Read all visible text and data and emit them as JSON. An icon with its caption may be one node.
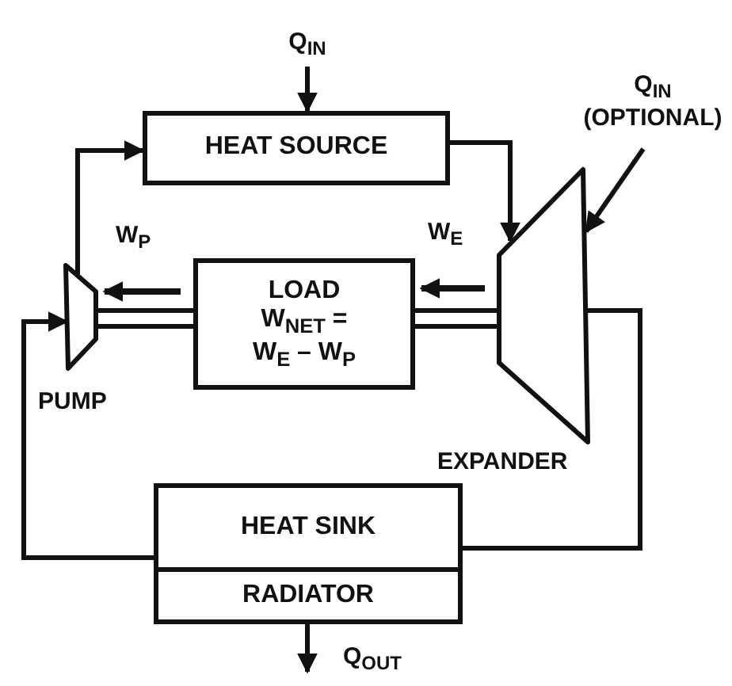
{
  "diagram": {
    "nodes": [
      {
        "text": [
          "Q$_{IN}$"
        ]
      },
      {
        "text": [
          "HEAT SOURCE"
        ]
      },
      {
        "text": [
          "Q$_{IN}$",
          "(OPTIONAL)"
        ]
      },
      {
        "text": [
          "LOAD",
          "W$_{NET}$ = W$_{E}$ – W$_{P}$"
        ]
      },
      {
        "text": [],
        "shape": "trapezoid",
        "beside": [
          "PUMP"
        ]
      },
      {
        "text": [],
        "shape": "trapezoid",
        "beside": [
          "EXPANDER"
        ]
      },
      {
        "text": [
          "HEAT SINK"
        ]
      },
      {
        "text": [
          "RADIATOR"
        ]
      },
      {
        "text": [
          "Q$_{OUT}$"
        ]
      }
    ],
    "edges": [
      {
        "from": 0,
        "to": 1,
        "arrow": "to"
      },
      {
        "from": 1,
        "to": 5,
        "arrow": "to"
      },
      {
        "from": 4,
        "to": 1,
        "arrow": "to"
      },
      {
        "from": 2,
        "to": 5,
        "arrow": "to"
      },
      {
        "from": 5,
        "to": 3,
        "arrow": "to",
        "label": "W$_{E}$"
      },
      {
        "from": 3,
        "to": 4,
        "arrow": "to",
        "label": "W$_{P}$"
      },
      {
        "from": 3,
        "to": 4,
        "arrow": "none"
      },
      {
        "from": 3,
        "to": 5,
        "arrow": "none"
      },
      {
        "from": 5,
        "to": 6,
        "arrow": "none"
      },
      {
        "from": 6,
        "to": 4,
        "arrow": "to"
      },
      {
        "from": 7,
        "to": 8,
        "arrow": "to"
      }
    ]
  }
}
